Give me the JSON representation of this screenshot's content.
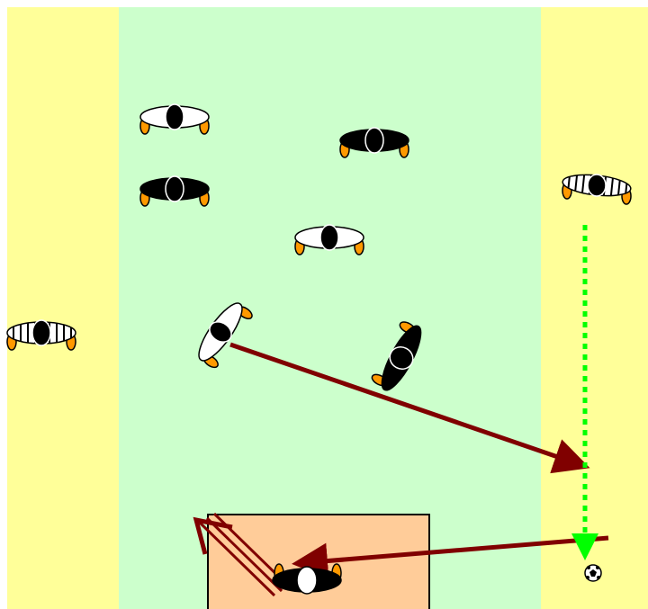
{
  "colors": {
    "background": "#ffffff",
    "side_zone": "#ffff99",
    "pitch": "#ccffcc",
    "box": "#ffcc99",
    "outline": "#000000",
    "pass_arrow": "#800000",
    "run_arrow": "#00ff00",
    "team_white": "#ffffff",
    "team_black": "#000000",
    "neutral_striped": "#ffffff",
    "hands": "#ff9900"
  },
  "players": [
    {
      "id": "white-1",
      "team": "white"
    },
    {
      "id": "black-1",
      "team": "black"
    },
    {
      "id": "black-2",
      "team": "black"
    },
    {
      "id": "white-2",
      "team": "white"
    },
    {
      "id": "neutral-right",
      "team": "neutral"
    },
    {
      "id": "neutral-left",
      "team": "neutral"
    },
    {
      "id": "white-3",
      "team": "white"
    },
    {
      "id": "black-3",
      "team": "black"
    },
    {
      "id": "keeper",
      "team": "black"
    }
  ],
  "arrows": [
    {
      "id": "pass-1",
      "type": "pass"
    },
    {
      "id": "pass-2",
      "type": "pass"
    },
    {
      "id": "shot-1",
      "type": "shot"
    },
    {
      "id": "run-1",
      "type": "run"
    }
  ],
  "ball": {
    "icon": "soccer-ball-icon"
  }
}
